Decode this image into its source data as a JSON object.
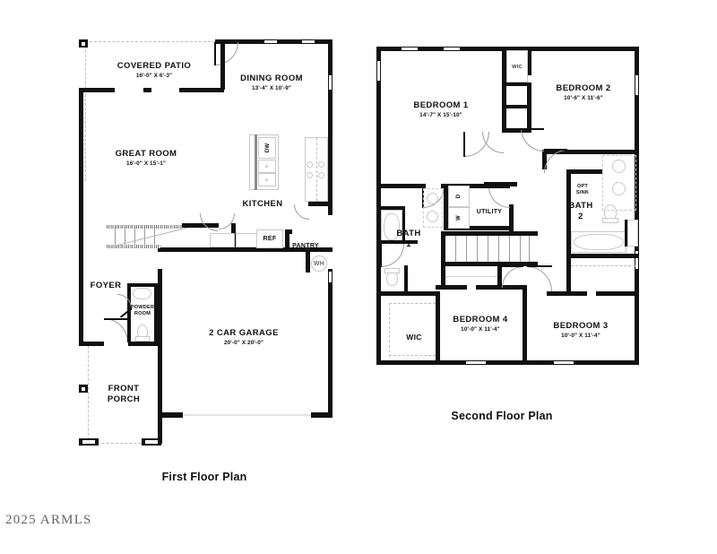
{
  "document": {
    "watermark": "2025 ARMLS"
  },
  "plans": [
    {
      "id": "first",
      "title": "First Floor Plan",
      "rooms": [
        {
          "name": "COVERED PATIO",
          "dims": "16'-0\" X 6'-3\""
        },
        {
          "name": "DINING ROOM",
          "dims": "13'-4\" X 10'-9\""
        },
        {
          "name": "GREAT ROOM",
          "dims": "16'-0\" X 15'-1\""
        },
        {
          "name": "KITCHEN",
          "dims": ""
        },
        {
          "name": "FOYER",
          "dims": ""
        },
        {
          "name": "2 CAR GARAGE",
          "dims": "20'-0\" X 20'-0\""
        },
        {
          "name": "FRONT PORCH",
          "dims": ""
        }
      ],
      "features": [
        {
          "name": "POWDER ROOM"
        },
        {
          "name": "PANTRY"
        },
        {
          "name": "REF"
        },
        {
          "name": "WH"
        },
        {
          "name": "DW"
        }
      ]
    },
    {
      "id": "second",
      "title": "Second Floor Plan",
      "rooms": [
        {
          "name": "BEDROOM 1",
          "dims": "14'-7\" X 15'-10\""
        },
        {
          "name": "BEDROOM 2",
          "dims": "10'-6\" X 11'-6\""
        },
        {
          "name": "BEDROOM 3",
          "dims": "10'-0\" X 11'-4\""
        },
        {
          "name": "BEDROOM 4",
          "dims": "10'-0\" X 11'-4\""
        },
        {
          "name": "BATH 1",
          "dims": ""
        },
        {
          "name": "BATH 2",
          "dims": ""
        },
        {
          "name": "UTILITY",
          "dims": ""
        },
        {
          "name": "WIC",
          "dims": ""
        }
      ],
      "features": [
        {
          "name": "WIC"
        },
        {
          "name": "OPT SINK"
        },
        {
          "name": "W"
        },
        {
          "name": "D"
        }
      ]
    }
  ],
  "labels": {
    "bath1_line1": "BATH",
    "bath1_line2": "1",
    "bath2_line1": "BATH",
    "bath2_line2": "2",
    "opt_sink_line1": "OPT",
    "opt_sink_line2": "SINK",
    "powder_line1": "POWDER",
    "powder_line2": "ROOM",
    "front_line1": "FRONT",
    "front_line2": "PORCH"
  },
  "colors": {
    "wall": "#111111",
    "fixture": "#c9c9c9",
    "background": "#ffffff",
    "text": "#111111"
  }
}
